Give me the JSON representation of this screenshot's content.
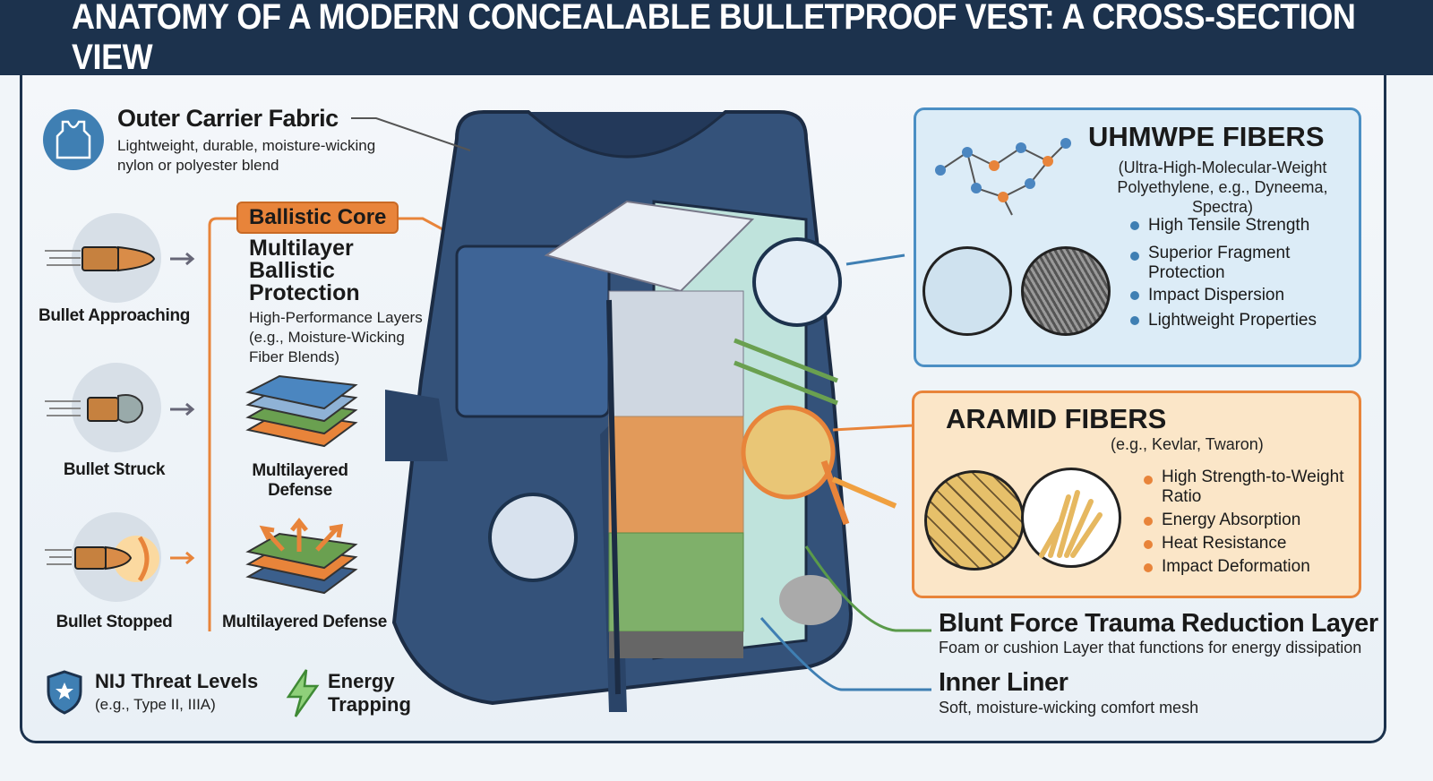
{
  "title": "ANATOMY OF A MODERN CONCEALABLE BULLETPROOF VEST: A CROSS-SECTION VIEW",
  "outer": {
    "title": "Outer Carrier Fabric",
    "desc1": "Lightweight, durable, moisture-wicking",
    "desc2": "nylon or polyester blend"
  },
  "core": {
    "badge": "Ballistic Core",
    "heading1": "Multilayer",
    "heading2": "Ballistic",
    "heading3": "Protection",
    "desc1": "High-Performance Layers",
    "desc2": "(e.g., Moisture-Wicking",
    "desc3": "Fiber Blends)",
    "stack1_a": "Multilayered",
    "stack1_b": "Defense",
    "stack2": "Multilayered Defense"
  },
  "bullets": [
    {
      "label": "Bullet Approaching"
    },
    {
      "label": "Bullet Struck"
    },
    {
      "label": "Bullet Stopped"
    }
  ],
  "nij": {
    "title": "NIJ Threat Levels",
    "desc": "(e.g., Type II, IIIA)"
  },
  "energy": {
    "line1": "Energy",
    "line2": "Trapping"
  },
  "uhmwpe": {
    "title": "UHMWPE FIBERS",
    "sub1": "(Ultra-High-Molecular-Weight",
    "sub2": "Polyethylene, e.g., Dyneema, Spectra)",
    "items": [
      "High Tensile Strength",
      "Superior Fragment",
      "Protection",
      "Impact Dispersion",
      "Lightweight Properties"
    ]
  },
  "aramid": {
    "title": "ARAMID FIBERS",
    "sub": "(e.g., Kevlar, Twaron)",
    "items": [
      "High Strength-to-Weight",
      "Ratio",
      "Energy Absorption",
      "Heat Resistance",
      "Impact Deformation"
    ]
  },
  "blunt": {
    "title": "Blunt Force Trauma Reduction Layer",
    "desc": "Foam or cushion Layer that functions for energy dissipation"
  },
  "liner": {
    "title": "Inner Liner",
    "desc": "Soft, moisture-wicking comfort mesh"
  },
  "colors": {
    "navy": "#1c324d",
    "orange": "#e8843a",
    "blue": "#3f7fb3",
    "green": "#5a9a4a"
  }
}
